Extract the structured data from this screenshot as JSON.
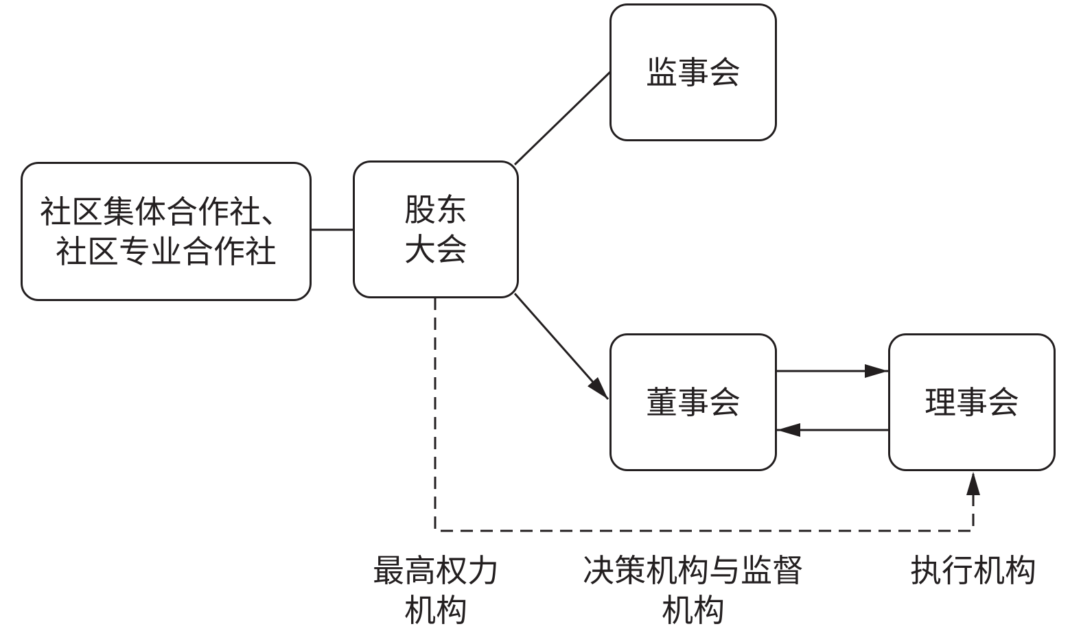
{
  "nodes": {
    "cooperatives": {
      "line1": "社区集体合作社、",
      "line2": "社区专业合作社"
    },
    "shareholders_meeting": {
      "line1": "股东",
      "line2": "大会"
    },
    "supervisory_board": {
      "label": "监事会"
    },
    "board_of_directors": {
      "label": "董事会"
    },
    "council": {
      "label": "理事会"
    }
  },
  "captions": {
    "highest_authority": {
      "line1": "最高权力",
      "line2": "机构"
    },
    "decision_supervision": {
      "line1": "决策机构与监督",
      "line2": "机构"
    },
    "executive": {
      "line1": "执行机构"
    }
  },
  "colors": {
    "stroke": "#231f20",
    "background": "#ffffff"
  }
}
